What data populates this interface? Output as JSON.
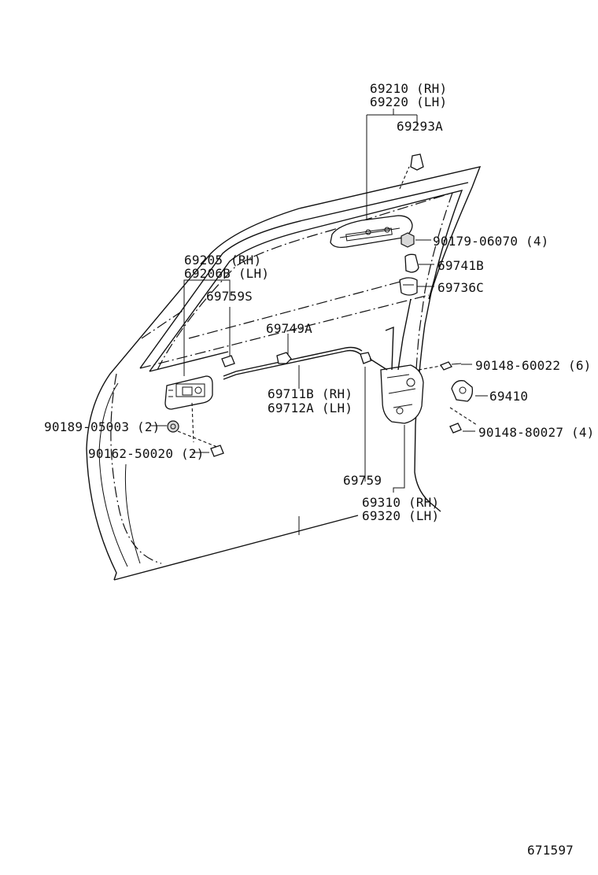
{
  "labels": {
    "p69210": "69210 (RH)",
    "p69220": "69220 (LH)",
    "p69293A": "69293A",
    "p90179": "90179-06070 (4)",
    "p69741B": "69741B",
    "p69736C": "69736C",
    "p69205": "69205  (RH)",
    "p69206B": "69206B (LH)",
    "p69759S": "69759S",
    "p69749A": "69749A",
    "p69711B": "69711B (RH)",
    "p69712A": "69712A (LH)",
    "p90148a": "90148-60022 (6)",
    "p69410": "69410",
    "p90148b": "90148-80027 (4)",
    "p90189": "90189-05003 (2)",
    "p90162": "90162-50020 (2)",
    "p69759": "69759",
    "p69310": "69310 (RH)",
    "p69320": "69320 (LH)",
    "figure_number": "671597"
  }
}
